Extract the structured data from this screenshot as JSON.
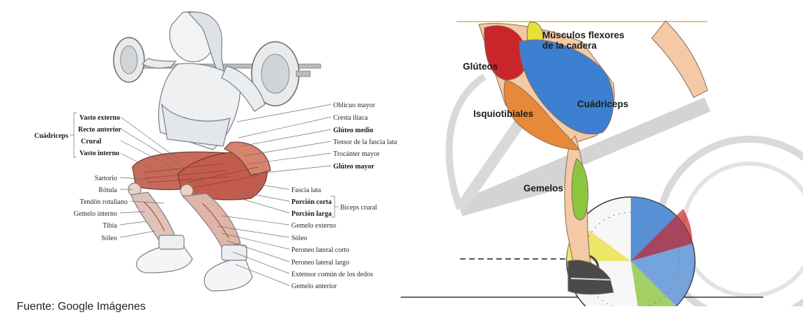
{
  "left_diagram": {
    "group_label": "Cuádriceps",
    "group_members": [
      {
        "text": "Vasto externo",
        "bold": true
      },
      {
        "text": "Recto anterior",
        "bold": true
      },
      {
        "text": "Crural",
        "bold": true
      },
      {
        "text": "Vasto interno",
        "bold": true
      }
    ],
    "left_labels": [
      {
        "text": "Sartorio"
      },
      {
        "text": "Rótula"
      },
      {
        "text": "Tendón rotuliano"
      },
      {
        "text": "Gemelo interno"
      },
      {
        "text": "Tibia"
      },
      {
        "text": "Sóleo"
      }
    ],
    "right_labels": [
      {
        "text": "Oblicuo mayor",
        "bold": false
      },
      {
        "text": "Cresta ilíaca",
        "bold": false
      },
      {
        "text": "Glúteo medio",
        "bold": true
      },
      {
        "text": "Tensor de la fascia lata",
        "bold": false
      },
      {
        "text": "Trocánter mayor",
        "bold": false
      },
      {
        "text": "Glúteo mayor",
        "bold": true
      },
      {
        "text": "Fascia lata",
        "bold": false
      },
      {
        "text": "Porción corta",
        "bold": true
      },
      {
        "text": "Porción larga",
        "bold": true
      },
      {
        "text": "Gemelo externo",
        "bold": false
      },
      {
        "text": "Sóleo",
        "bold": false
      },
      {
        "text": "Peroneo lateral corto",
        "bold": false
      },
      {
        "text": "Peroneo lateral largo",
        "bold": false
      },
      {
        "text": "Extensor común de los dedos",
        "bold": false
      },
      {
        "text": "Gemelo anterior",
        "bold": false
      }
    ],
    "biceps_label": "Bíceps crural"
  },
  "right_diagram": {
    "labels": {
      "flexores_line1": "Músculos flexores",
      "flexores_line2": "de la cadera",
      "gluteos": "Glúteos",
      "isquiotibiales": "Isquiotibiales",
      "cuadriceps": "Cuádriceps",
      "gemelos": "Gemelos"
    },
    "colors": {
      "gluteos": "#c8262b",
      "flexores": "#e8e03a",
      "cuadriceps": "#3d7fd0",
      "isquiotibiales": "#e8893a",
      "gemelos": "#8cc63f",
      "skin": "#f3c9a6",
      "bike": "#cfcfcf"
    }
  },
  "caption": "Fuente: Google Imágenes"
}
